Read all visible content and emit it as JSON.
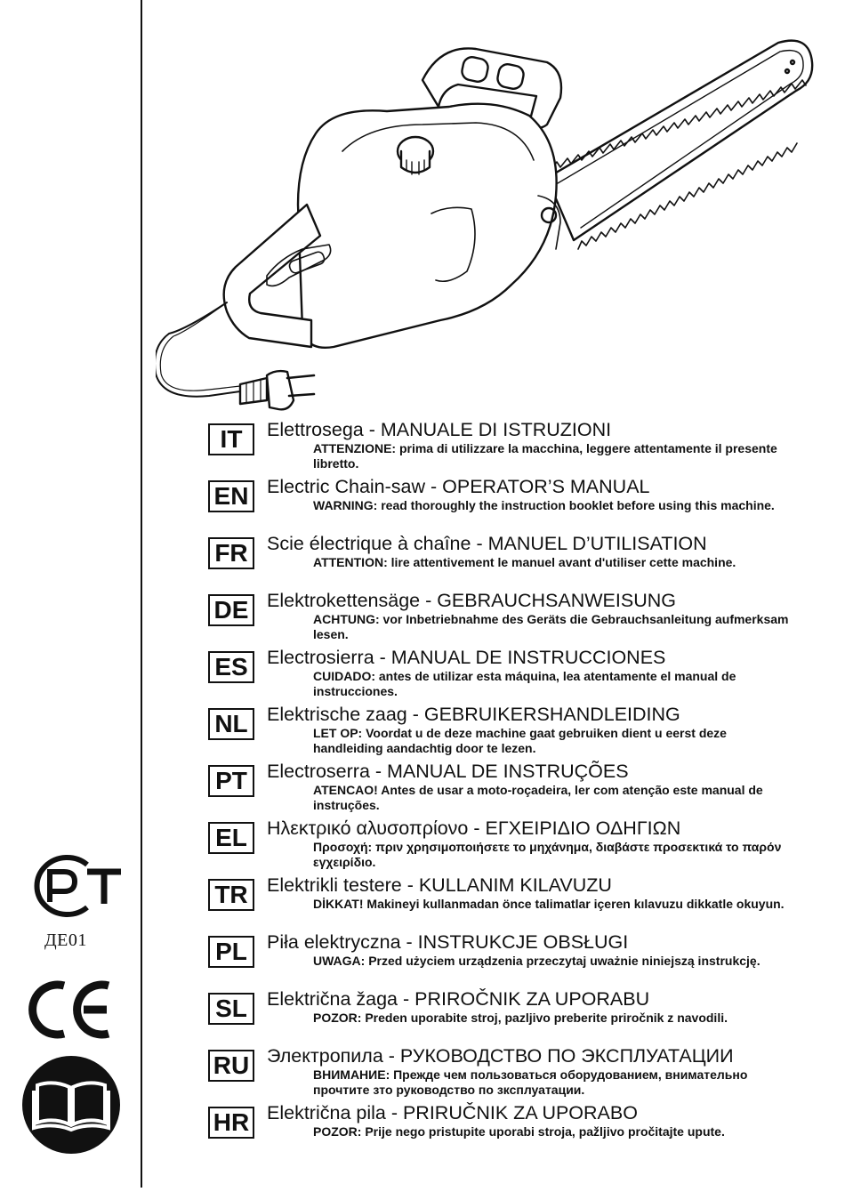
{
  "languages": [
    {
      "code": "IT",
      "title": "Elettrosega - MANUALE DI ISTRUZIONI",
      "warn_label": "ATTENZIONE:",
      "warn_text": " prima di utilizzare la macchina, leggere attentamente il presente libretto."
    },
    {
      "code": "EN",
      "title": "Electric Chain-saw - OPERATOR’S MANUAL",
      "warn_label": "WARNING:",
      "warn_text": " read thoroughly the instruction booklet before using this machine."
    },
    {
      "code": "FR",
      "title": "Scie électrique à chaîne - MANUEL D’UTILISATION",
      "warn_label": "ATTENTION:",
      "warn_text": " lire attentivement le manuel avant d'utiliser cette machine."
    },
    {
      "code": "DE",
      "title": "Elektrokettensäge - GEBRAUCHSANWEISUNG",
      "warn_label": "ACHTUNG:",
      "warn_text": " vor Inbetriebnahme des Geräts die Gebrauchsanleitung aufmerksam lesen."
    },
    {
      "code": "ES",
      "title": "Electrosierra - MANUAL DE INSTRUCCIONES",
      "warn_label": "CUIDADO:",
      "warn_text": " antes de utilizar esta máquina, lea atentamente el manual de instrucciones."
    },
    {
      "code": "NL",
      "title": "Elektrische zaag - GEBRUIKERSHANDLEIDING",
      "warn_label": "LET OP:",
      "warn_text": " Voordat u de deze machine gaat gebruiken dient u eerst deze handleiding aandachtig door te lezen."
    },
    {
      "code": "PT",
      "title": "Electroserra - MANUAL DE INSTRUÇÕES",
      "warn_label": "ATENCAO!",
      "warn_text": " Antes de usar a moto-roçadeira, ler com atenção este manual de instruções."
    },
    {
      "code": "EL",
      "title": "Ηλεκτρικό αλυσοπρίονο - ΕΓΧΕΙΡΙΔΙΟ ΟΔΗΓΙΩΝ",
      "warn_label": "Προσοχή:",
      "warn_text": " πριν χρησιμοποιήσετε το μηχάνημα, διαβάστε προσεκτικά το παρόν εγχειρίδιο."
    },
    {
      "code": "TR",
      "title": "Elektrikli testere - KULLANIM KILAVUZU",
      "warn_label": "DİKKAT!",
      "warn_text": " Makineyi kullanmadan önce talimatlar içeren kılavuzu dikkatle okuyun."
    },
    {
      "code": "PL",
      "title": "Piła elektryczna - INSTRUKCJE OBSŁUGI",
      "warn_label": "UWAGA:",
      "warn_text": " Przed użyciem urządzenia przeczytaj uważnie niniejszą instrukcję."
    },
    {
      "code": "SL",
      "title": "Električna žaga - PRIROČNIK ZA UPORABU",
      "warn_label": "POZOR:",
      "warn_text": " Preden uporabite stroj, pazljivo preberite priročnik z navodili."
    },
    {
      "code": "RU",
      "title": "Электропила - РУКОВОДСТВО ПО ЭКСПЛУАТАЦИИ",
      "warn_label": "ВНИМАНИЕ:",
      "warn_text": " Прежде чем пользоваться оборудованием, внимательно прочтите зто руководство по зксплуатации."
    },
    {
      "code": "HR",
      "title": "Električna pila - PRIRUČNIK ZA UPORABO",
      "warn_label": "POZOR:",
      "warn_text": " Prije nego pristupite uporabi stroja, pažljivo pročitajte upute."
    }
  ],
  "certification": {
    "gost_code": "ДЕ01",
    "gost_icon": "rst-certification-icon",
    "ce_icon": "ce-mark-icon",
    "manual_icon": "read-manual-book-icon"
  },
  "illustration": {
    "icon": "electric-chainsaw-illustration"
  },
  "colors": {
    "ink": "#111111",
    "paper": "#ffffff"
  }
}
